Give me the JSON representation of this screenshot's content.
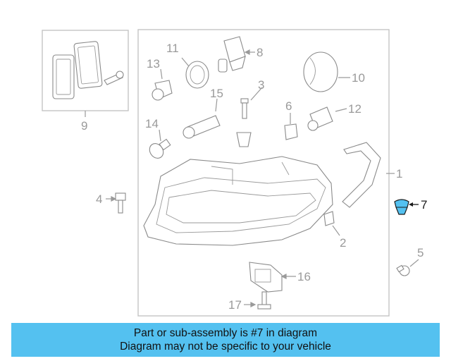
{
  "callouts": {
    "c1": "1",
    "c2": "2",
    "c3": "3",
    "c4": "4",
    "c5": "5",
    "c6": "6",
    "c7": "7",
    "c8": "8",
    "c9": "9",
    "c10": "10",
    "c11": "11",
    "c12": "12",
    "c13": "13",
    "c14": "14",
    "c15": "15",
    "c16": "16",
    "c17": "17"
  },
  "highlight": {
    "part_number": "7",
    "color": "#54c1f0"
  },
  "banner": {
    "line1": "Part or sub-assembly is #7 in diagram",
    "line2": "Diagram may not be specific to your vehicle",
    "background": "#54c1f0"
  }
}
